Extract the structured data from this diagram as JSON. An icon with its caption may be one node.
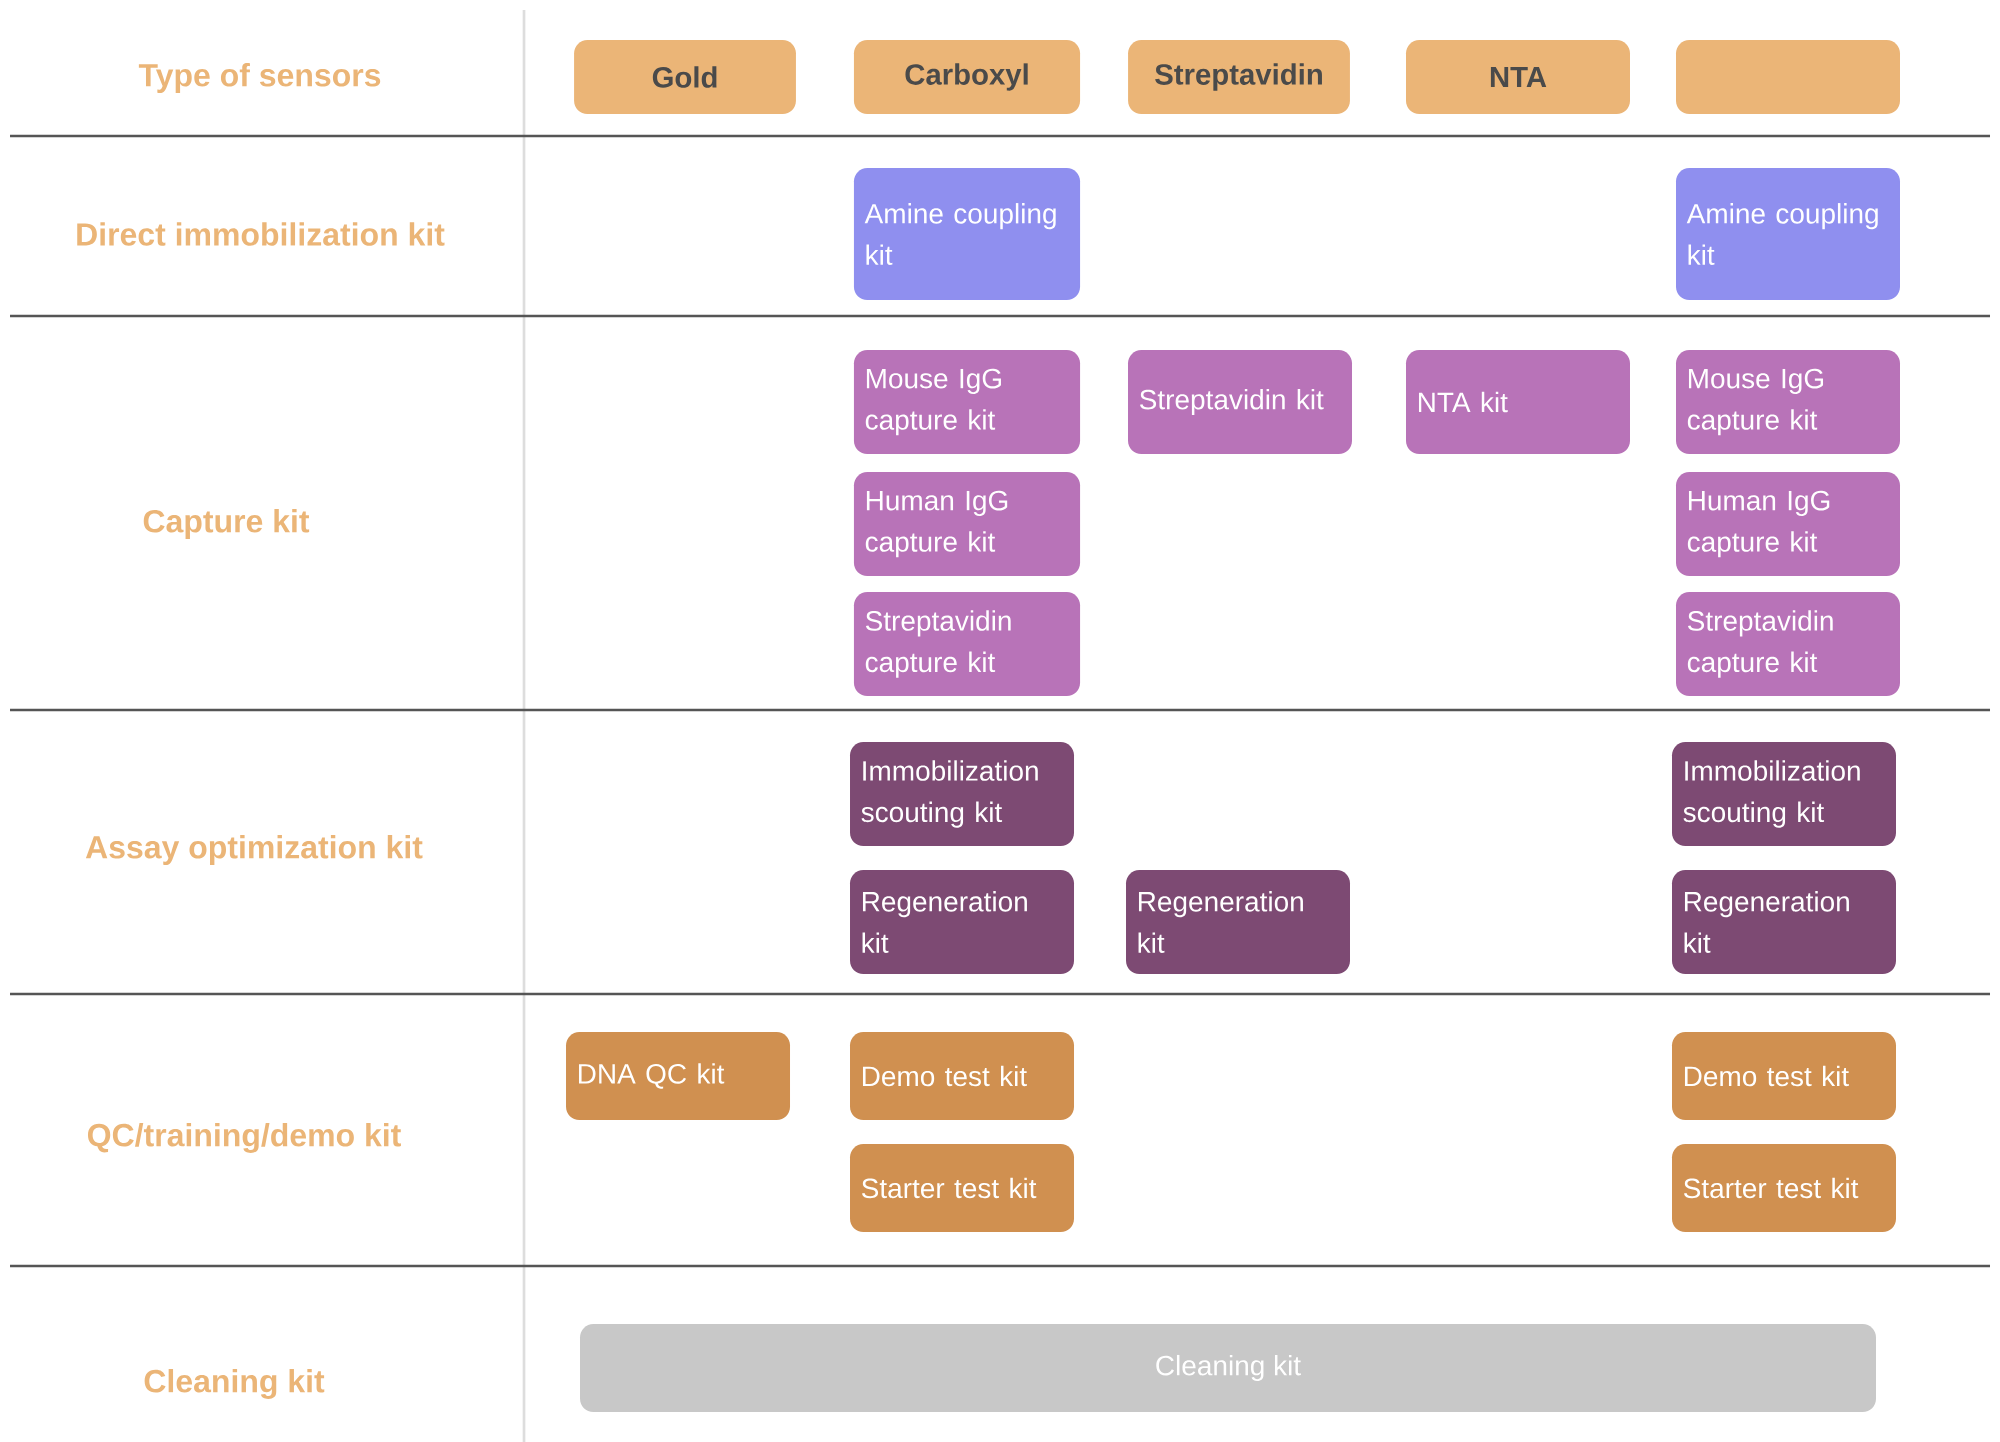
{
  "diagram": {
    "nodes": [
      {
        "text": [
          "Gold"
        ]
      },
      {
        "text": [
          "Carboxyl"
        ]
      },
      {
        "text": [
          "Streptavidin"
        ]
      },
      {
        "text": [
          "NTA"
        ]
      },
      {
        "text": [],
        "shape": "box"
      },
      {
        "text": [
          "Amine coupling kit"
        ]
      },
      {
        "text": [
          "Amine coupling kit"
        ]
      },
      {
        "text": [
          "Mouse IgG capture kit"
        ]
      },
      {
        "text": [
          "Streptavidin kit"
        ]
      },
      {
        "text": [
          "NTA kit"
        ]
      },
      {
        "text": [
          "Mouse IgG capture kit"
        ]
      },
      {
        "text": [
          "Human IgG capture kit"
        ]
      },
      {
        "text": [
          "Human IgG capture kit"
        ]
      },
      {
        "text": [
          "Streptavidin capture kit"
        ]
      },
      {
        "text": [
          "Streptavidin capture kit"
        ]
      },
      {
        "text": [
          "Immobilization scouting kit"
        ]
      },
      {
        "text": [
          "Immobilization scouting kit"
        ]
      },
      {
        "text": [
          "Regeneration kit"
        ]
      },
      {
        "text": [
          "Regeneration kit"
        ]
      },
      {
        "text": [
          "Regeneration kit"
        ]
      },
      {
        "text": [
          "DNA QC kit"
        ]
      },
      {
        "text": [
          "Demo test kit"
        ]
      },
      {
        "text": [
          "Demo test kit"
        ]
      },
      {
        "text": [
          "Starter test kit"
        ]
      },
      {
        "text": [
          "Starter test kit"
        ]
      },
      {
        "text": [
          "Cleaning kit"
        ]
      }
    ],
    "edges": [],
    "labels": [
      "Type of sensors",
      "Direct immobilization kit",
      "Capture kit",
      "Assay optimization kit",
      "QC/training/demo kit",
      "Cleaning kit"
    ]
  }
}
